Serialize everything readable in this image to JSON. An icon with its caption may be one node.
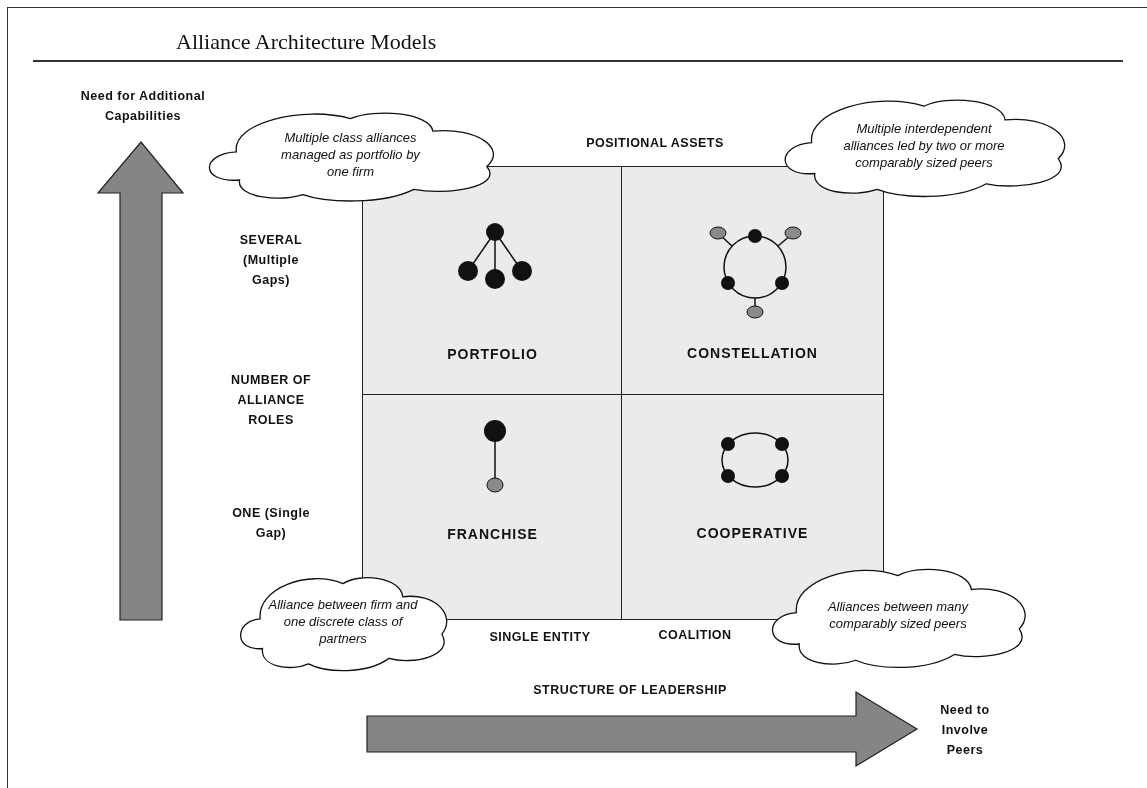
{
  "diagram": {
    "title": "Alliance Architecture Models",
    "nodes": [
      {
        "text": [
          "Multiple class alliances managed as portfolio by one firm"
        ]
      },
      {
        "text": [
          "Multiple interdependent alliances led by two or more comparably sized peers"
        ]
      },
      {
        "text": [
          "PORTFOLIO"
        ]
      },
      {
        "text": [
          "CONSTELLATION"
        ]
      },
      {
        "text": [
          "FRANCHISE"
        ]
      },
      {
        "text": [
          "COOPERATIVE"
        ]
      },
      {
        "text": [
          "Alliance between firm and one discrete class of partners"
        ]
      },
      {
        "text": [
          "Alliances between many comparably sized peers"
        ]
      }
    ],
    "labels": [
      "Need for Additional Capabilities",
      "POSITIONAL ASSETS",
      "SEVERAL (Multiple Gaps)",
      "NUMBER OF ALLIANCE ROLES",
      "ONE (Single Gap)",
      "SINGLE ENTITY",
      "COALITION",
      "STRUCTURE OF LEADERSHIP",
      "Need to Involve Peers"
    ]
  }
}
